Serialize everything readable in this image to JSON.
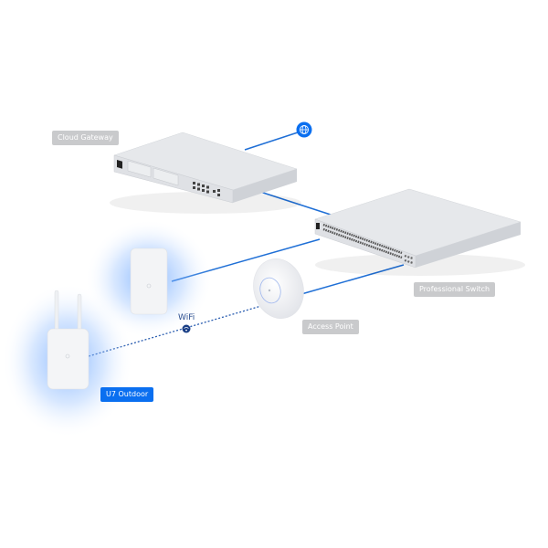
{
  "labels": {
    "cloud_gateway": "Cloud Gateway",
    "professional_switch": "Professional Switch",
    "access_point": "Access Point",
    "u7_outdoor": "U7 Outdoor",
    "wifi": "WiFi"
  },
  "colors": {
    "accent": "#0a6ff0",
    "label_bg": "#c9cacc",
    "link_line": "#1f6fd6",
    "device": "#e4e6ea"
  },
  "icons": {
    "internet": "globe-icon",
    "wifi": "wifi-icon"
  }
}
